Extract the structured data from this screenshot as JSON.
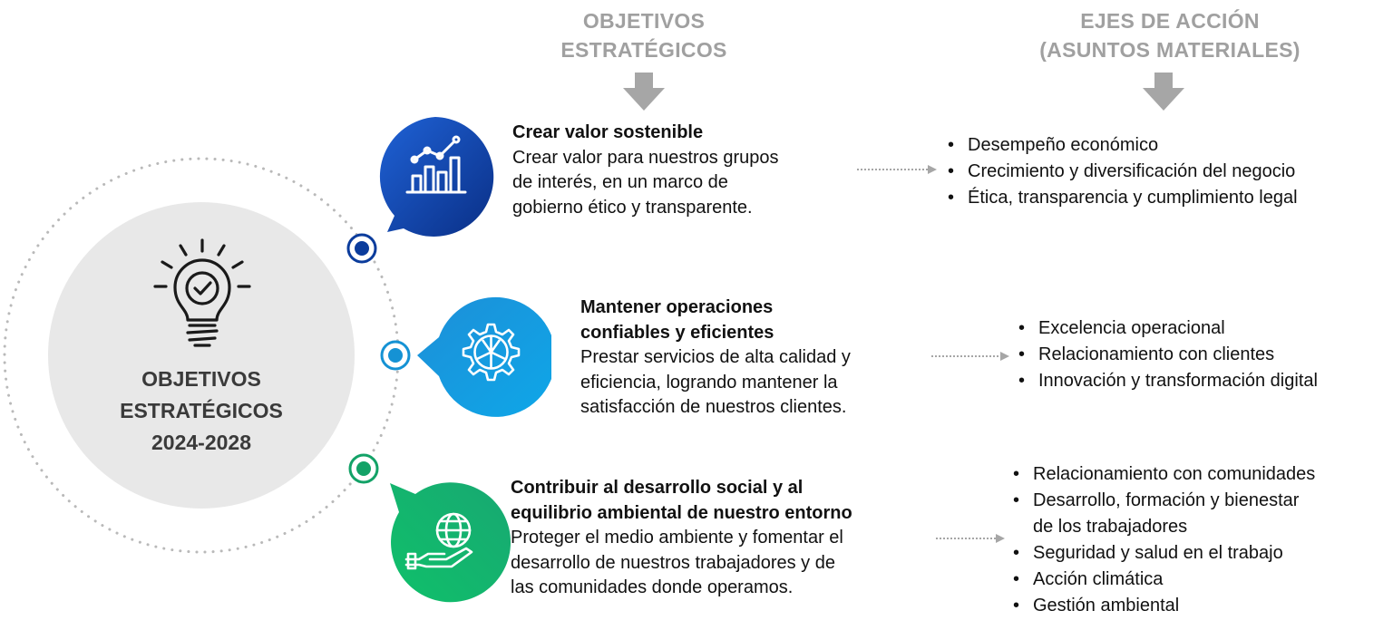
{
  "headers": {
    "objectives": [
      "OBJETIVOS",
      "ESTRATÉGICOS"
    ],
    "axes": [
      "EJES DE ACCIÓN",
      "(ASUNTOS MATERIALES)"
    ]
  },
  "center": {
    "title_lines": [
      "OBJETIVOS",
      "ESTRATÉGICOS",
      "2024-2028"
    ],
    "icon": "lightbulb-check-icon"
  },
  "colors": {
    "blue_dark": "#0b3c9c",
    "blue_light": "#16a0e0",
    "green": "#11b36b",
    "header_gray": "#a0a0a0",
    "circle_gray": "#e8e8e8"
  },
  "objectives": [
    {
      "icon": "bar-chart-growth-icon",
      "title": "Crear valor sostenible",
      "description_lines": [
        "Crear valor para nuestros grupos",
        "de interés, en un marco de",
        "gobierno ético y transparente."
      ],
      "axes": [
        "Desempeño económico",
        "Crecimiento y diversificación del negocio",
        "Ética, transparencia y cumplimiento legal"
      ]
    },
    {
      "icon": "gear-icon",
      "title_lines": [
        "Mantener operaciones",
        "confiables y eficientes"
      ],
      "description_lines": [
        "Prestar servicios de alta calidad y",
        "eficiencia, logrando mantener la",
        "satisfacción de nuestros clientes."
      ],
      "axes": [
        "Excelencia operacional",
        "Relacionamiento con clientes",
        "Innovación y transformación digital"
      ]
    },
    {
      "icon": "hand-globe-icon",
      "title_lines": [
        "Contribuir al desarrollo social y al",
        "equilibrio ambiental de nuestro entorno"
      ],
      "description_lines": [
        "Proteger el medio ambiente y fomentar el",
        "desarrollo de nuestros trabajadores y de",
        "las comunidades donde operamos."
      ],
      "axes": [
        "Relacionamiento con comunidades",
        "Desarrollo, formación y bienestar",
        "de los trabajadores",
        "Seguridad y salud en el trabajo",
        "Acción climática",
        "Gestión ambiental"
      ]
    }
  ]
}
